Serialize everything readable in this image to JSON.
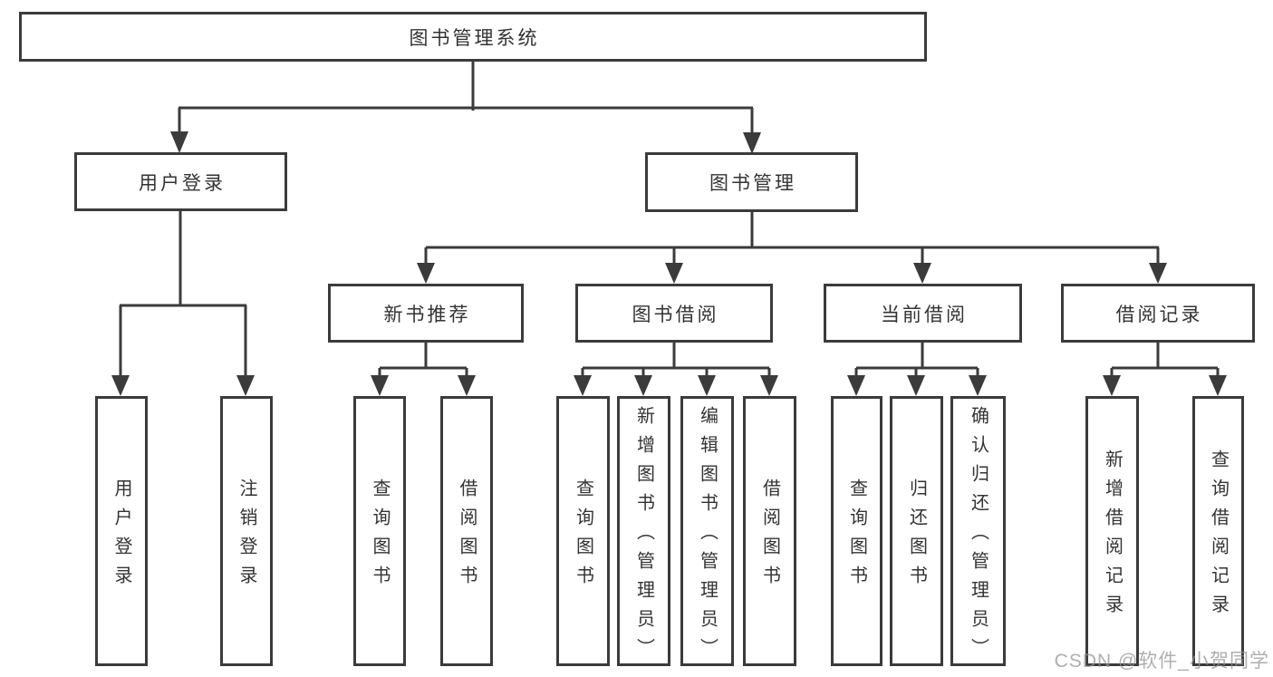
{
  "watermark": "CSDN @软件_小贺同学",
  "colors": {
    "line": "#3b3b3b",
    "box_border": "#3b3b3b",
    "text": "#333333",
    "background": "#ffffff",
    "watermark": "#bfbfbf"
  },
  "tree": {
    "root": "图书管理系统",
    "children": [
      {
        "label": "用户登录",
        "children": [
          "用户登录",
          "注销登录"
        ]
      },
      {
        "label": "图书管理",
        "children": [
          {
            "label": "新书推荐",
            "children": [
              "查询图书",
              "借阅图书"
            ]
          },
          {
            "label": "图书借阅",
            "children": [
              "查询图书",
              "新增图书（管理员）",
              "编辑图书（管理员）",
              "借阅图书"
            ]
          },
          {
            "label": "当前借阅",
            "children": [
              "查询图书",
              "归还图书",
              "确认归还（管理员）"
            ]
          },
          {
            "label": "借阅记录",
            "children": [
              "新增借阅记录",
              "查询借阅记录"
            ]
          }
        ]
      }
    ]
  }
}
